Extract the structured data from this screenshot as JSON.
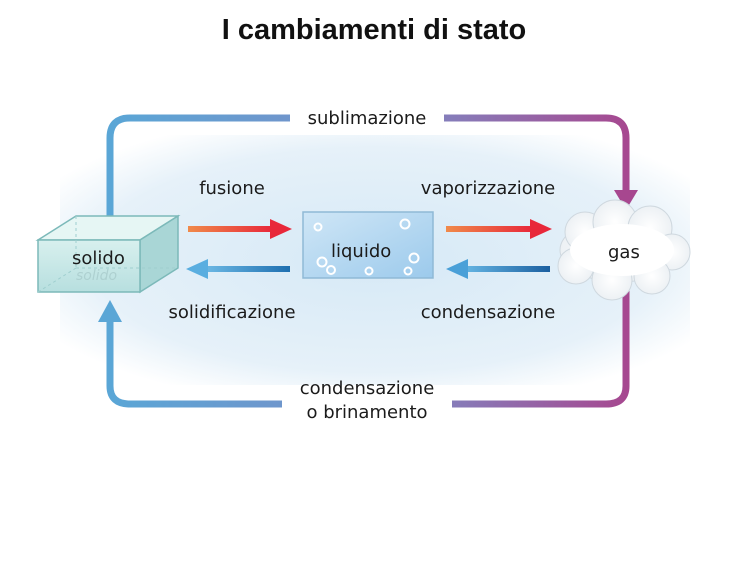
{
  "title": "I cambiamenti di stato",
  "states": {
    "solid": "solido",
    "solid_reflection": "solido",
    "liquid": "liquido",
    "gas": "gas"
  },
  "transitions": {
    "sublimation": "sublimazione",
    "fusion": "fusione",
    "vaporization": "vaporizzazione",
    "solidification": "solidificazione",
    "condensation": "condensazione",
    "deposition_line1": "condensazione",
    "deposition_line2": "o brinamento"
  },
  "colors": {
    "warm_arrow": "#e8283a",
    "cold_arrow": "#3a8fcc",
    "loop_blue": "#5aa6d6",
    "loop_purple": "#a7478f",
    "halo": "#dcecf6"
  }
}
